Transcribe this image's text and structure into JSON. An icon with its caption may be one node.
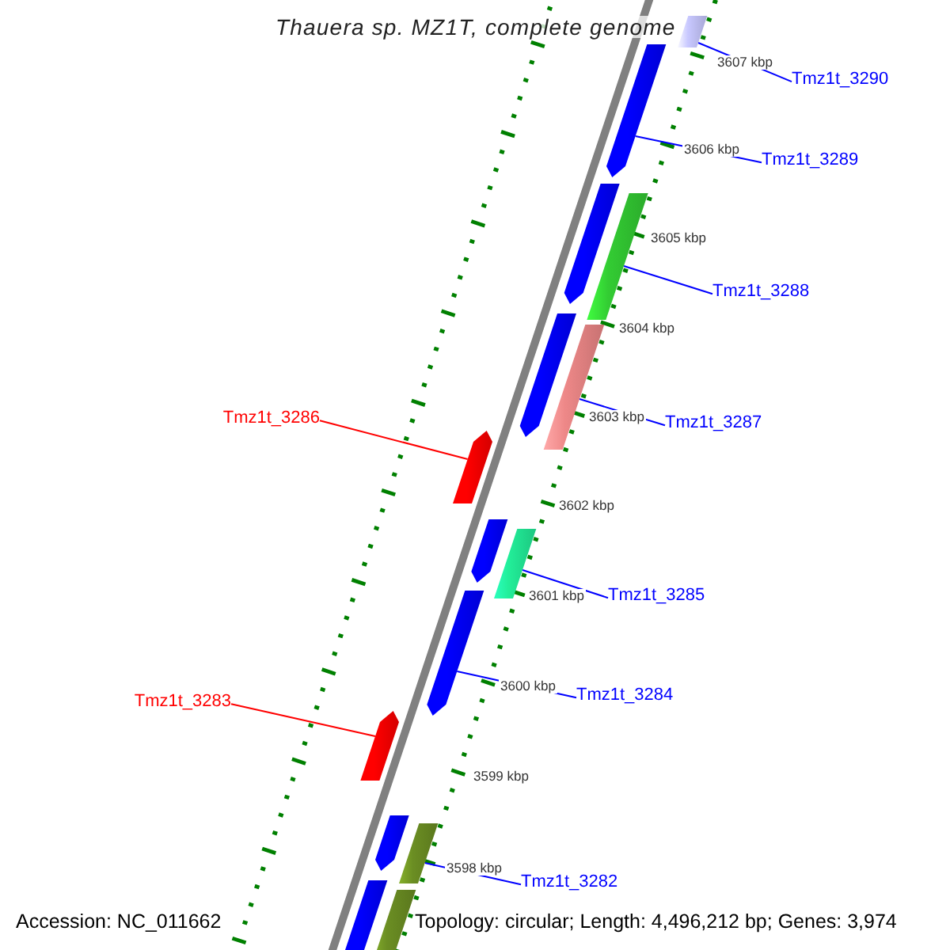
{
  "diagram": {
    "title": "Thauera sp. MZ1T, complete genome",
    "nodes": [
      {
        "text": [
          "Tmz1t_3290"
        ]
      },
      {
        "text": [
          "Tmz1t_3289"
        ]
      },
      {
        "text": [
          "Tmz1t_3288"
        ]
      },
      {
        "text": [
          "Tmz1t_3287"
        ]
      },
      {
        "text": [
          "Tmz1t_3286"
        ]
      },
      {
        "text": [
          "Tmz1t_3285"
        ]
      },
      {
        "text": [
          "Tmz1t_3284"
        ]
      },
      {
        "text": [
          "Tmz1t_3283"
        ]
      },
      {
        "text": [
          "Tmz1t_3282"
        ]
      },
      {
        "text": [],
        "shape": "bar"
      },
      {
        "text": [],
        "shape": "bar"
      },
      {
        "text": [],
        "shape": "bar"
      },
      {
        "text": [],
        "shape": "bar"
      },
      {
        "text": [],
        "shape": "bar"
      },
      {
        "text": [],
        "shape": "bar"
      },
      {
        "text": [],
        "shape": "bar"
      },
      {
        "text": [],
        "shape": "bar"
      },
      {
        "text": [],
        "shape": "bar"
      },
      {
        "text": [],
        "shape": "bar"
      },
      {
        "text": [],
        "shape": "bar"
      },
      {
        "text": [],
        "shape": "bar"
      },
      {
        "text": [],
        "shape": "bar"
      },
      {
        "text": [],
        "shape": "bar"
      },
      {
        "text": [],
        "shape": "bar"
      }
    ],
    "edges": [
      {
        "from": 0,
        "to": 9,
        "arrow": "none"
      },
      {
        "from": 1,
        "to": 10,
        "arrow": "none"
      },
      {
        "from": 2,
        "to": 12,
        "arrow": "none"
      },
      {
        "from": 3,
        "to": 14,
        "arrow": "none"
      },
      {
        "from": 4,
        "to": 15,
        "arrow": "none",
        "color": "#ff0000"
      },
      {
        "from": 5,
        "to": 17,
        "arrow": "none"
      },
      {
        "from": 6,
        "to": 18,
        "arrow": "none"
      },
      {
        "from": 7,
        "to": 19,
        "arrow": "none",
        "color": "#ff0000"
      },
      {
        "from": 8,
        "to": 21,
        "arrow": "none"
      }
    ],
    "labels": [
      "3607 kbp",
      "3606 kbp",
      "3605 kbp",
      "3604 kbp",
      "3603 kbp",
      "3602 kbp",
      "3601 kbp",
      "3600 kbp",
      "3599 kbp",
      "3598 kbp",
      "Accession: NC_011662",
      "Topology: circular; Length: 4,496,212 bp; Genes: 3,974"
    ]
  }
}
